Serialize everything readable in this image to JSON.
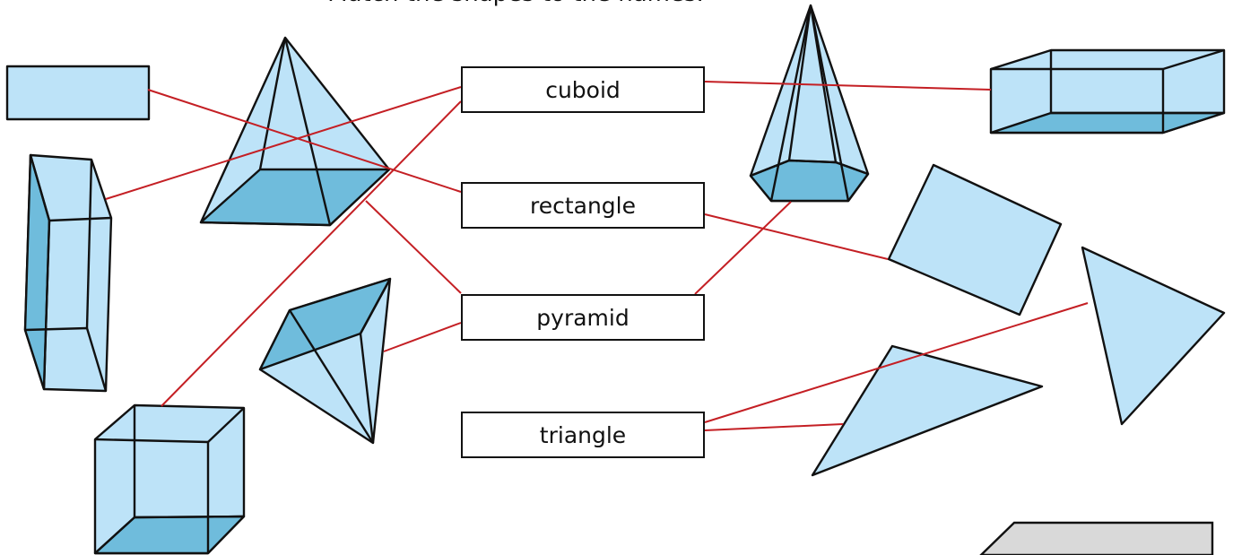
{
  "title": "Match the shapes to the names.",
  "labels": {
    "cuboid": "cuboid",
    "rectangle": "rectangle",
    "pyramid": "pyramid",
    "triangle": "triangle"
  },
  "colors": {
    "fill_light": "#bde3f8",
    "fill_dark": "#6fbcdc",
    "outline": "#111111",
    "match_line": "#c41f24",
    "corner_panel": "#d9d9d9"
  }
}
